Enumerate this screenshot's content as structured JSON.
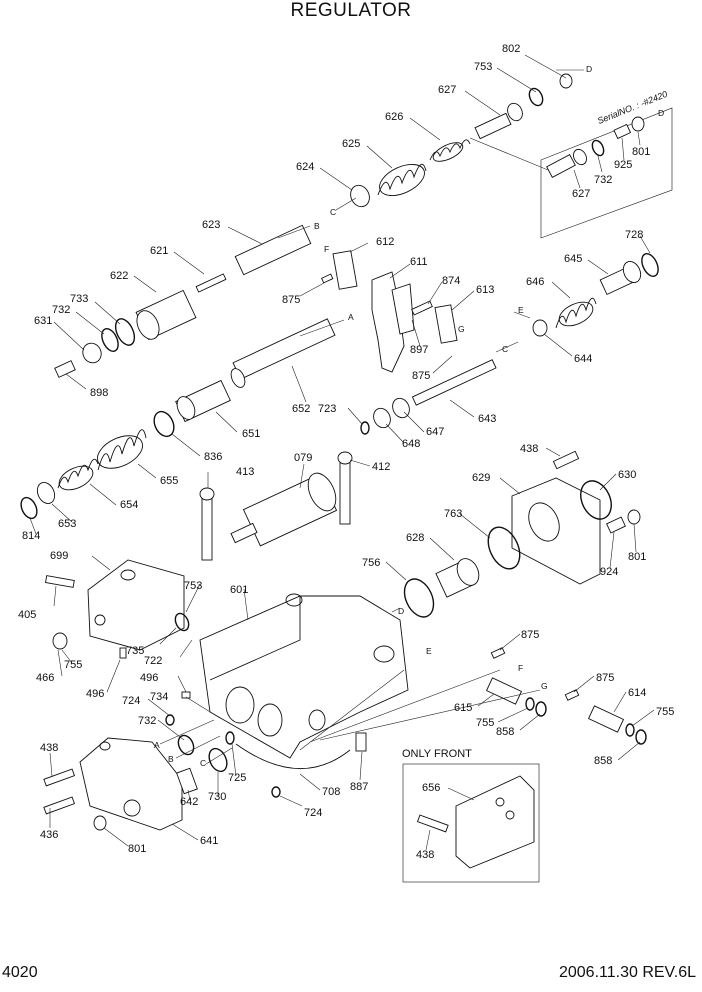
{
  "title": "REGULATOR",
  "page_number": "4020",
  "date_rev": "2006.11.30  REV.6L",
  "serial_note": "SerialNO. : -#2420",
  "only_front_label": "ONLY FRONT",
  "part_labels": {
    "p802": "802",
    "p753a": "753",
    "p627a": "627",
    "p626": "626",
    "p625": "625",
    "p624": "624",
    "p623": "623",
    "p621": "621",
    "p622": "622",
    "p733": "733",
    "p732a": "732",
    "p631": "631",
    "p898": "898",
    "p612": "612",
    "p875a": "875",
    "p611": "611",
    "p874": "874",
    "p613": "613",
    "p897": "897",
    "p875b": "875",
    "p652": "652",
    "p651": "651",
    "p836": "836",
    "p655": "655",
    "p654": "654",
    "p653": "653",
    "p814": "814",
    "p723": "723",
    "p648": "648",
    "p647": "647",
    "p643": "643",
    "p801a": "801",
    "p925": "925",
    "p732b": "732",
    "p627b": "627",
    "p728": "728",
    "p645": "645",
    "p646": "646",
    "p644": "644",
    "p413": "413",
    "p079": "079",
    "p412": "412",
    "p438a": "438",
    "p629": "629",
    "p630": "630",
    "p763": "763",
    "p628": "628",
    "p756": "756",
    "p699": "699",
    "p405": "405",
    "p753b": "753",
    "p601": "601",
    "p735": "735",
    "p722": "722",
    "p755a": "755",
    "p466": "466",
    "p496a": "496",
    "p496b": "496",
    "p724a": "724",
    "p734": "734",
    "p732c": "732",
    "p438b": "438",
    "p436": "436",
    "p801b": "801",
    "p642": "642",
    "p730": "730",
    "p725": "725",
    "p641": "641",
    "p708": "708",
    "p724b": "724",
    "p887": "887",
    "p875c": "875",
    "p615": "615",
    "p755b": "755",
    "p858a": "858",
    "p875d": "875",
    "p614": "614",
    "p755c": "755",
    "p858b": "858",
    "p924": "924",
    "p801c": "801",
    "p656": "656",
    "p438c": "438"
  },
  "ref_letters": {
    "A": "A",
    "B": "B",
    "C": "C",
    "D": "D",
    "E": "E",
    "F": "F",
    "G": "G"
  }
}
